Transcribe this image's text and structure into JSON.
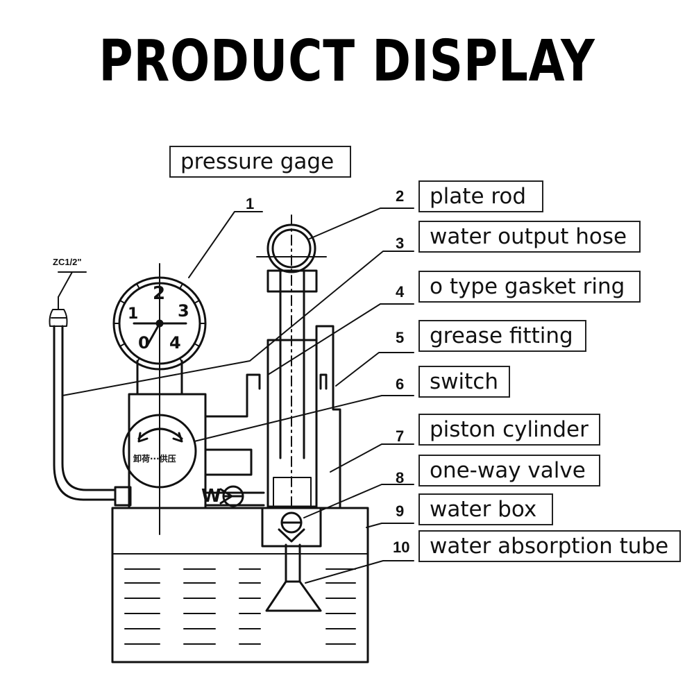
{
  "title": "PRODUCT DISPLAY",
  "fitting_label": "ZC1/2\"",
  "gauge_digits": [
    "0",
    "1",
    "2",
    "3",
    "4"
  ],
  "switch_text": "卸荷···供压",
  "outlet_marker": "W",
  "parts": [
    {
      "number": "1",
      "label": "pressure gage"
    },
    {
      "number": "2",
      "label": "plate rod"
    },
    {
      "number": "3",
      "label": "water output hose"
    },
    {
      "number": "4",
      "label": "o type gasket ring"
    },
    {
      "number": "5",
      "label": "grease fitting"
    },
    {
      "number": "6",
      "label": "switch"
    },
    {
      "number": "7",
      "label": "piston cylinder"
    },
    {
      "number": "8",
      "label": "one-way valve"
    },
    {
      "number": "9",
      "label": "water box"
    },
    {
      "number": "10",
      "label": "water absorption tube"
    }
  ]
}
